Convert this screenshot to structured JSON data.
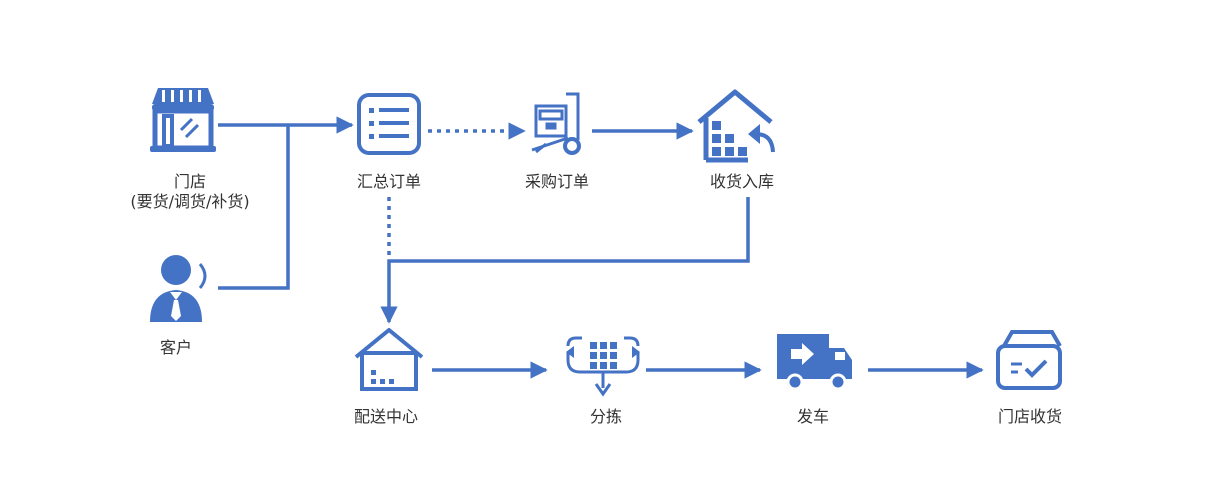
{
  "accent": "#4472C4",
  "text_color": "#333333",
  "nodes": {
    "store": {
      "label": "门店",
      "sublabel": "(要货/调货/补货)",
      "icon": "storefront-icon"
    },
    "customer": {
      "label": "客户",
      "icon": "customer-icon"
    },
    "summary_order": {
      "label": "汇总订单",
      "icon": "list-icon"
    },
    "purchase_order": {
      "label": "采购订单",
      "icon": "hand-truck-icon"
    },
    "receive_stock": {
      "label": "收货入库",
      "icon": "warehouse-return-icon"
    },
    "distribution_center": {
      "label": "配送中心",
      "icon": "warehouse-icon"
    },
    "sorting": {
      "label": "分拣",
      "icon": "sorting-icon"
    },
    "dispatch": {
      "label": "发车",
      "icon": "truck-icon"
    },
    "store_receipt": {
      "label": "门店收货",
      "icon": "box-check-icon"
    }
  }
}
